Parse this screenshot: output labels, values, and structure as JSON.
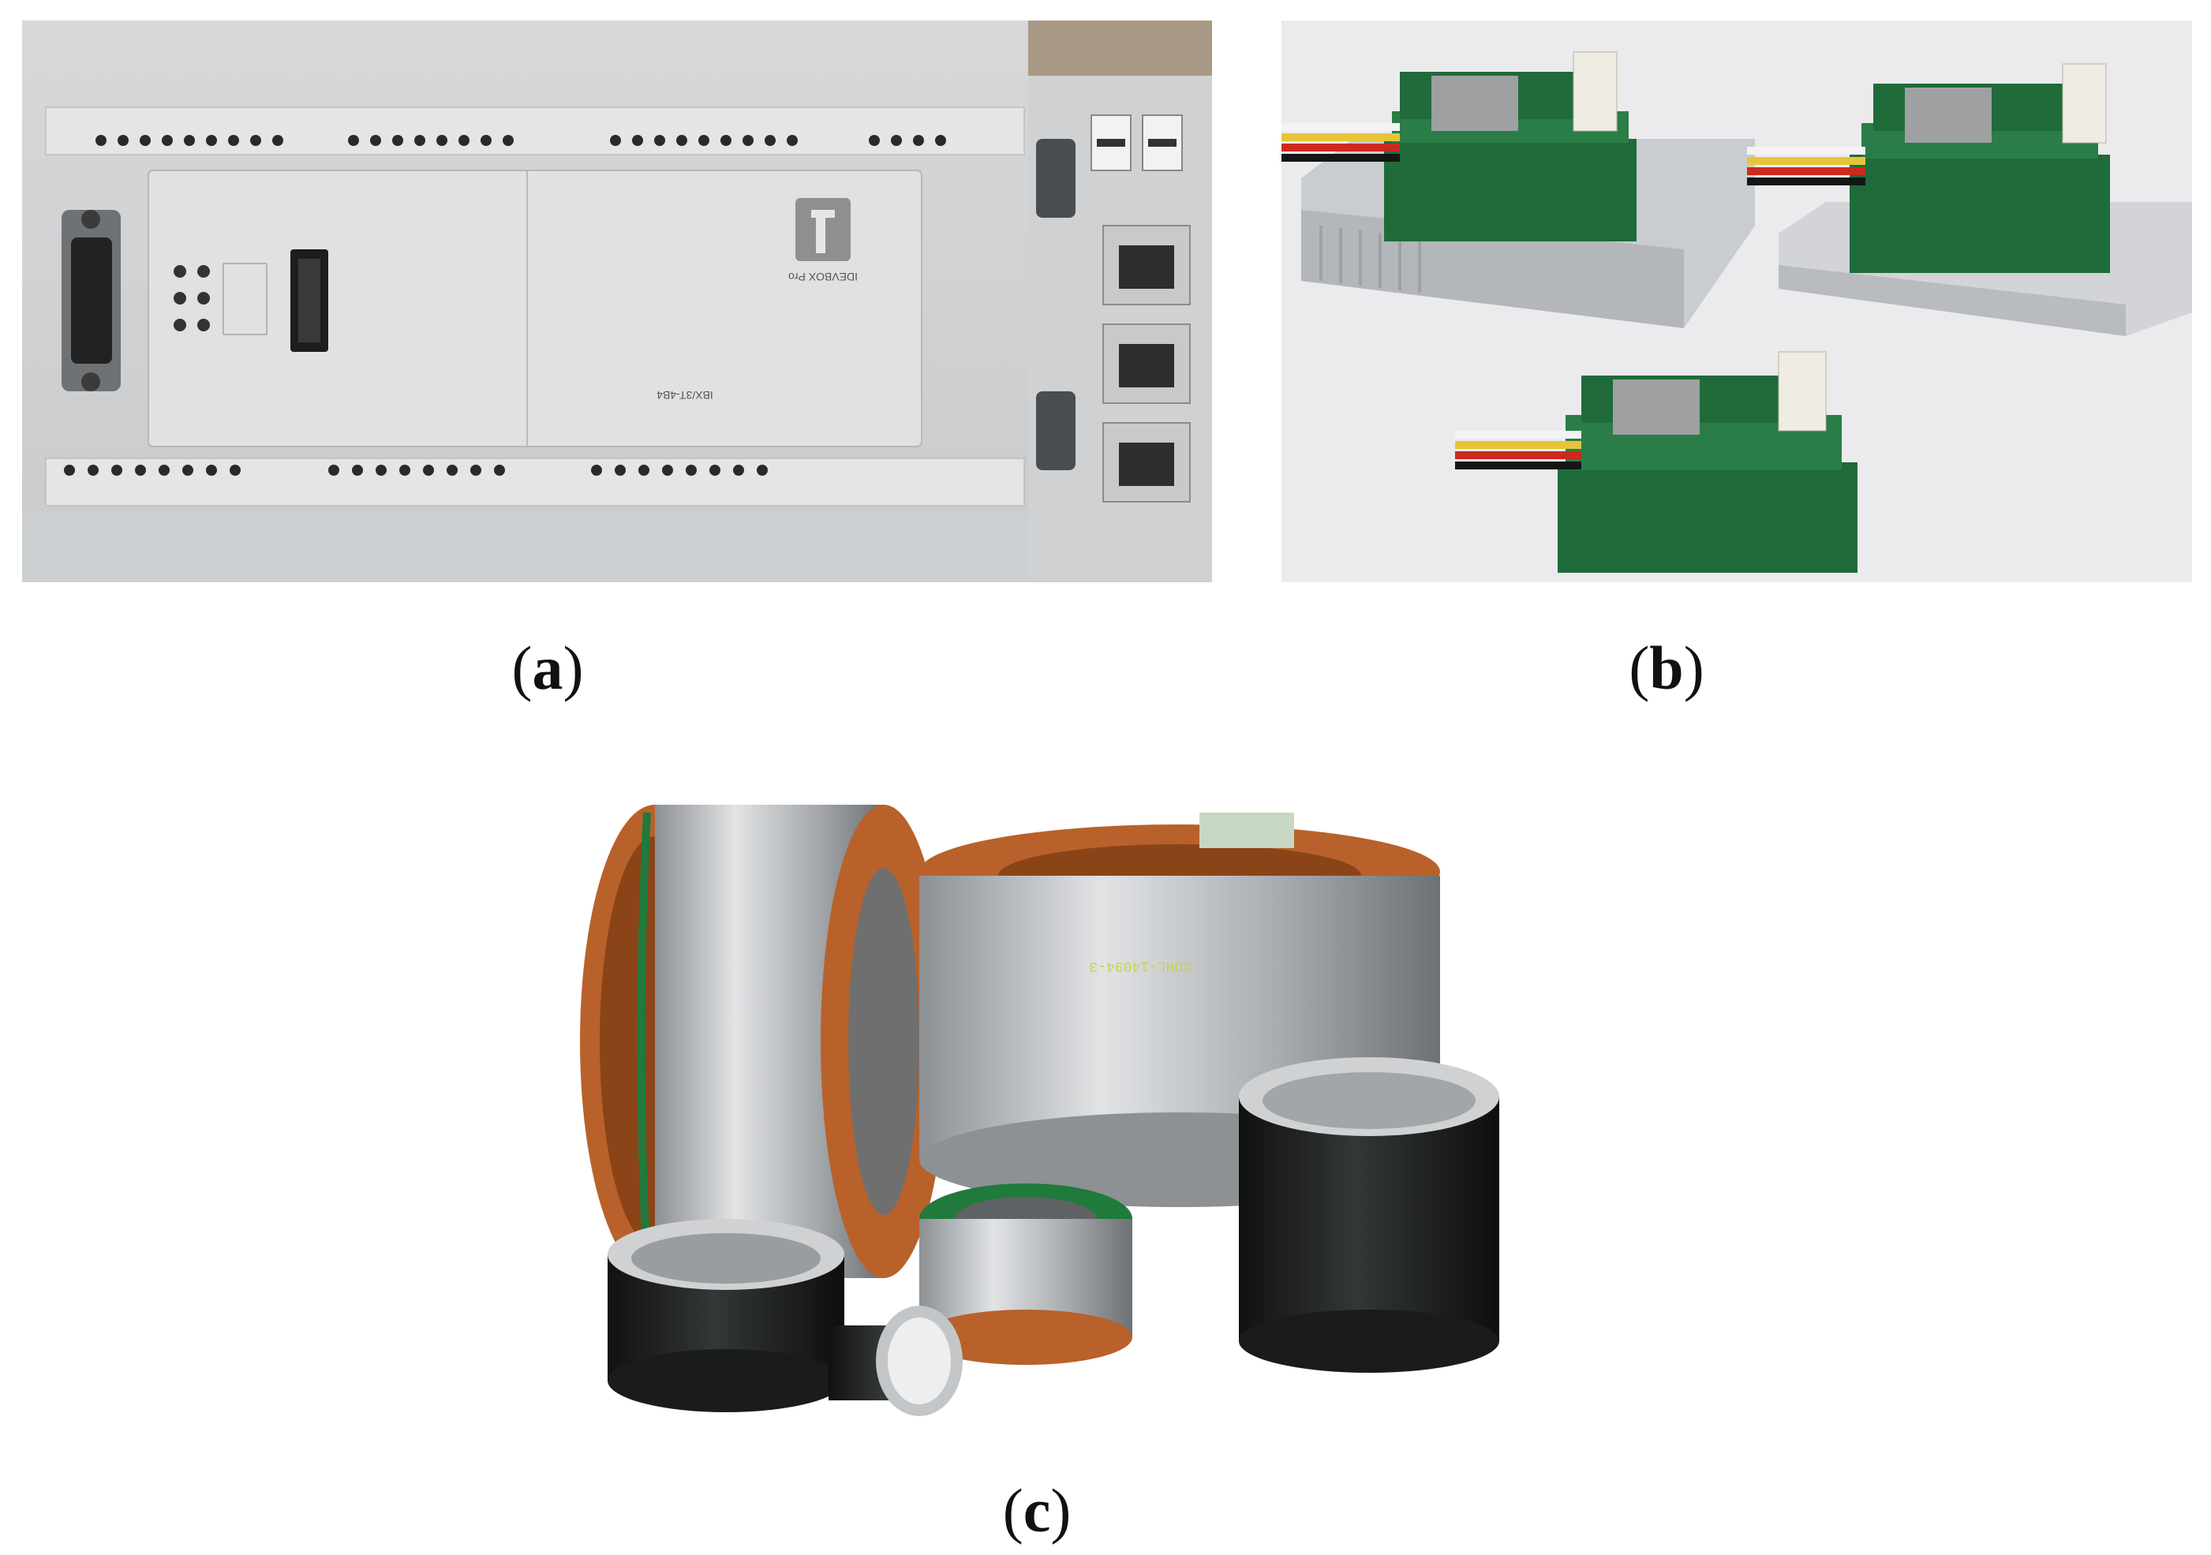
{
  "panels": [
    {
      "id": "a",
      "caption_open": "(",
      "caption_letter": "a",
      "caption_close": ")",
      "subject": "PLC controller unit",
      "labels": {
        "brand": "IDEVBOX Pro",
        "model": "IBX/3T-4B4"
      }
    },
    {
      "id": "b",
      "caption_open": "(",
      "caption_letter": "b",
      "caption_close": ")",
      "subject": "servo drive modules"
    },
    {
      "id": "c",
      "caption_open": "(",
      "caption_letter": "c",
      "caption_close": ")",
      "subject": "frameless motor stators and rotors"
    }
  ],
  "colors": {
    "housing": "#dcdee0",
    "heatsink": "#c9ccd0",
    "pcb": "#1f6b3a",
    "copper": "#b8612a",
    "steel": "#b9bcbf",
    "lamination_black": "#1d1f1f",
    "print_yellow": "#c9d34a"
  }
}
